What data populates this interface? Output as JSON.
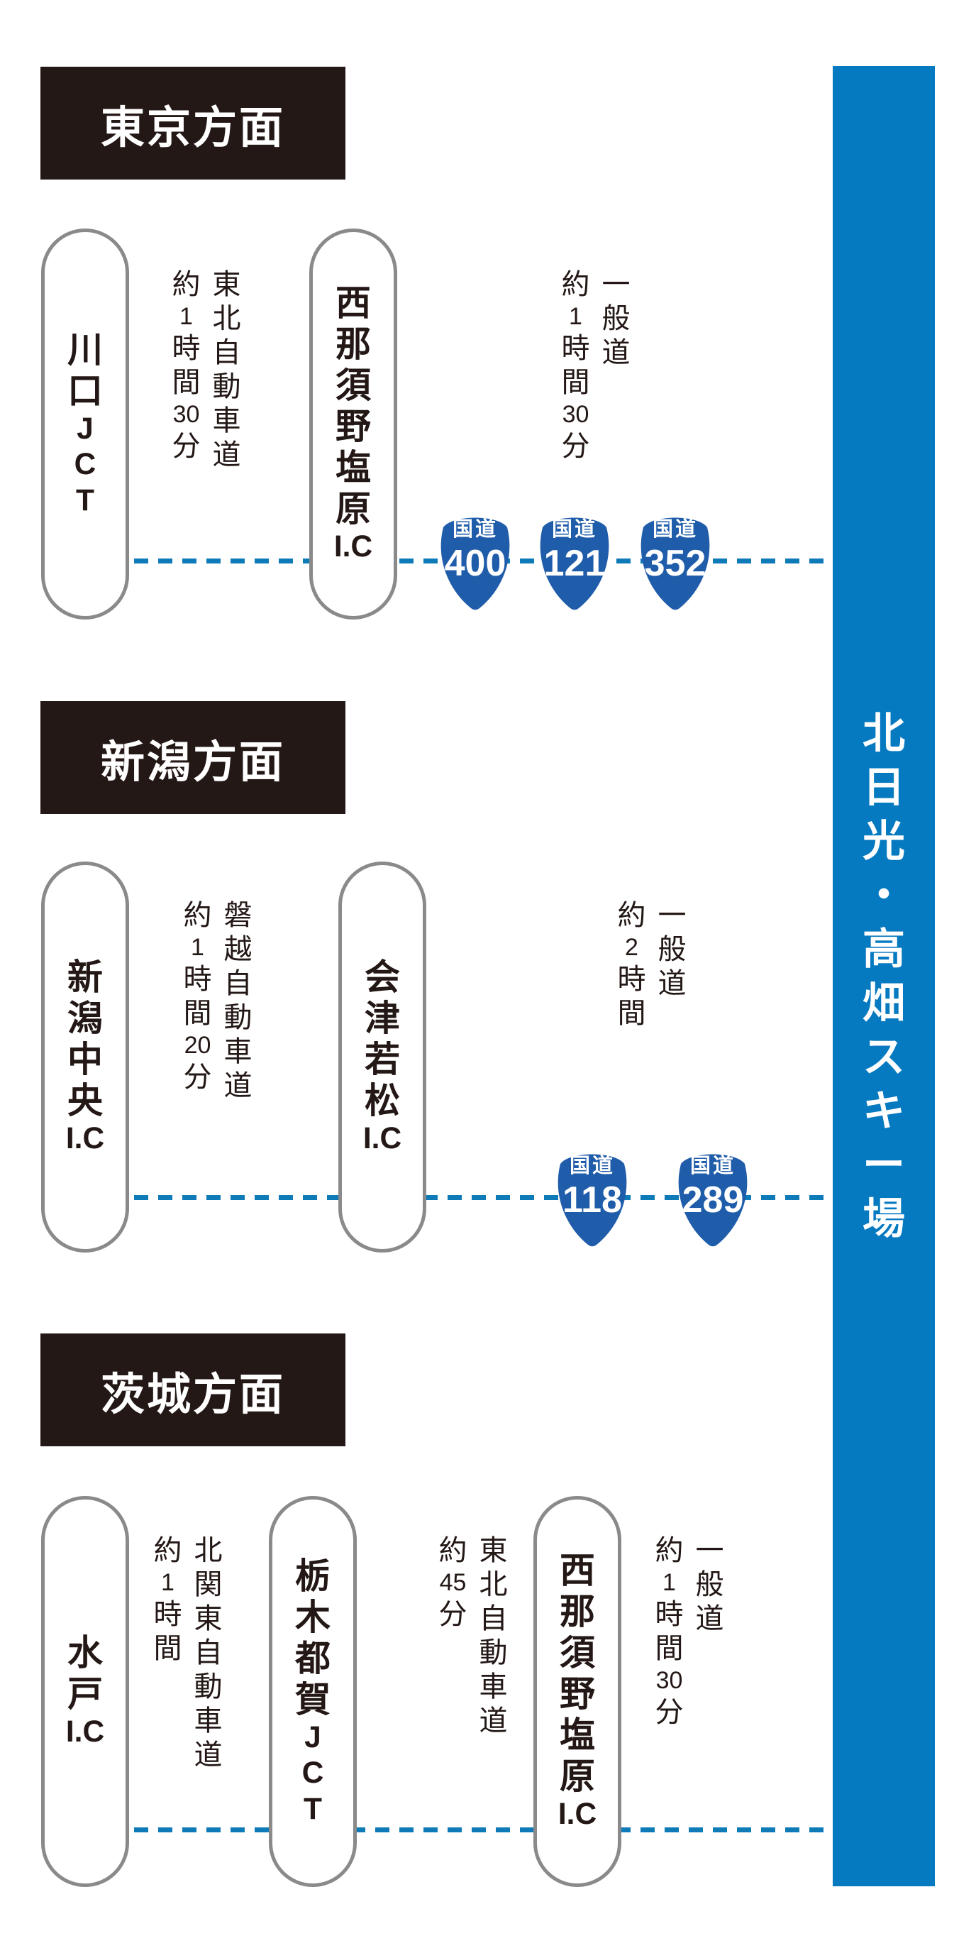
{
  "colors": {
    "bar_blue": "#067ac0",
    "badge_blue": "#1f5caa",
    "dash_blue": "#0f7ab8",
    "header_bg": "#231815",
    "capsule_border": "#8a8a8a",
    "text_dark": "#231815"
  },
  "destination": {
    "name": "北日光・高畑スキー場",
    "chars": [
      "北",
      "日",
      "光",
      "・",
      "高",
      "畑",
      "ス",
      "キ",
      "ー",
      "場"
    ]
  },
  "badge_kind_label": "国道",
  "sections": [
    {
      "heading": "東京方面",
      "nodes": [
        {
          "name": "川口JCT",
          "chars": [
            "川",
            "口",
            "J",
            "C",
            "T"
          ]
        },
        {
          "name": "西那須野塩原I.C",
          "chars": [
            "西",
            "那",
            "須",
            "野",
            "塩",
            "原",
            "I.C"
          ]
        }
      ],
      "legs": [
        {
          "road": "東北自動車道",
          "road_chars": [
            "東",
            "北",
            "自",
            "動",
            "車",
            "道"
          ],
          "time": "約1時間30分",
          "time_chars": [
            "約",
            "1",
            "時",
            "間",
            "30",
            "分"
          ]
        },
        {
          "road": "一般道",
          "road_chars": [
            "一",
            "般",
            "道"
          ],
          "time": "約1時間30分",
          "time_chars": [
            "約",
            "1",
            "時",
            "間",
            "30",
            "分"
          ]
        }
      ],
      "badges": [
        {
          "number": "400"
        },
        {
          "number": "121"
        },
        {
          "number": "352"
        }
      ]
    },
    {
      "heading": "新潟方面",
      "nodes": [
        {
          "name": "新潟中央I.C",
          "chars": [
            "新",
            "潟",
            "中",
            "央",
            "I.C"
          ]
        },
        {
          "name": "会津若松I.C",
          "chars": [
            "会",
            "津",
            "若",
            "松",
            "I.C"
          ]
        }
      ],
      "legs": [
        {
          "road": "磐越自動車道",
          "road_chars": [
            "磐",
            "越",
            "自",
            "動",
            "車",
            "道"
          ],
          "time": "約1時間20分",
          "time_chars": [
            "約",
            "1",
            "時",
            "間",
            "20",
            "分"
          ]
        },
        {
          "road": "一般道",
          "road_chars": [
            "一",
            "般",
            "道"
          ],
          "time": "約2時間",
          "time_chars": [
            "約",
            "2",
            "時",
            "間"
          ]
        }
      ],
      "badges": [
        {
          "number": "118"
        },
        {
          "number": "289"
        }
      ]
    },
    {
      "heading": "茨城方面",
      "nodes": [
        {
          "name": "水戸I.C",
          "chars": [
            "水",
            "戸",
            "I.C"
          ]
        },
        {
          "name": "栃木都賀JCT",
          "chars": [
            "栃",
            "木",
            "都",
            "賀",
            "J",
            "C",
            "T"
          ]
        },
        {
          "name": "西那須野塩原I.C",
          "chars": [
            "西",
            "那",
            "須",
            "野",
            "塩",
            "原",
            "I.C"
          ]
        }
      ],
      "legs": [
        {
          "road": "北関東自動車道",
          "road_chars": [
            "北",
            "関",
            "東",
            "自",
            "動",
            "車",
            "道"
          ],
          "time": "約1時間",
          "time_chars": [
            "約",
            "1",
            "時",
            "間"
          ]
        },
        {
          "road": "東北自動車道",
          "road_chars": [
            "東",
            "北",
            "自",
            "動",
            "車",
            "道"
          ],
          "time": "約45分",
          "time_chars": [
            "約",
            "45",
            "分"
          ]
        },
        {
          "road": "一般道",
          "road_chars": [
            "一",
            "般",
            "道"
          ],
          "time": "約1時間30分",
          "time_chars": [
            "約",
            "1",
            "時",
            "間",
            "30",
            "分"
          ]
        }
      ],
      "badges": []
    }
  ]
}
